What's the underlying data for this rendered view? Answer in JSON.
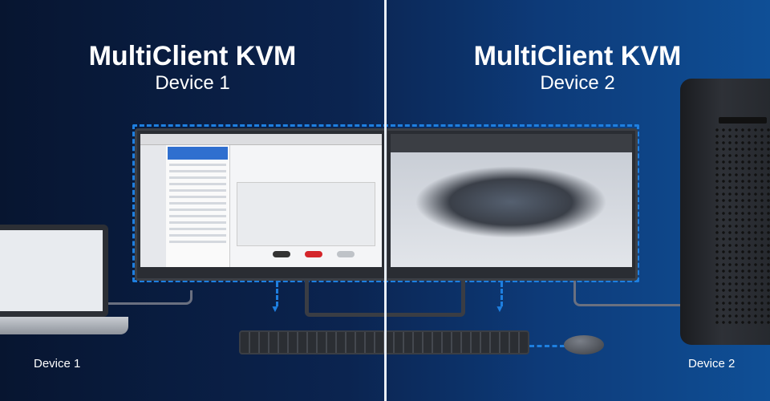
{
  "left": {
    "heading": "MultiClient KVM",
    "subheading": "Device 1",
    "caption": "Device 1"
  },
  "right": {
    "heading": "MultiClient KVM",
    "subheading": "Device 2",
    "caption": "Device 2"
  },
  "colors": {
    "accent": "#1e7fe0",
    "background_left": "#071530",
    "background_right": "#0f4f96"
  }
}
